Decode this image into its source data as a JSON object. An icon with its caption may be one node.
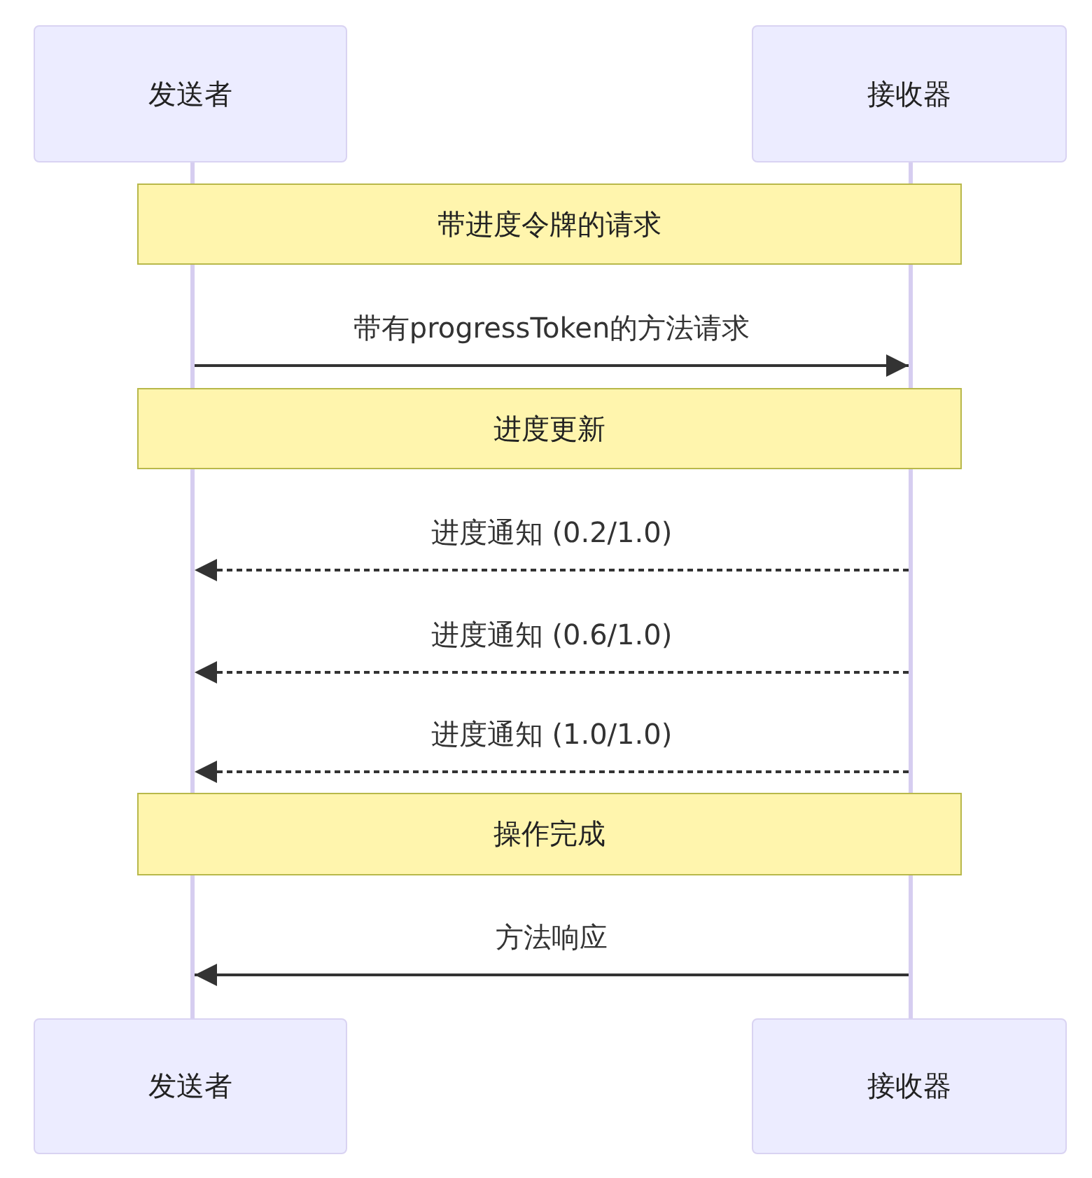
{
  "diagram": {
    "nodes": [
      {
        "text": [
          "发送者"
        ]
      },
      {
        "text": [
          "接收器"
        ]
      },
      {
        "text": [],
        "shape": "bar"
      },
      {
        "text": [],
        "shape": "bar"
      },
      {
        "text": [
          "带进度令牌的请求"
        ]
      },
      {
        "text": [
          "进度更新"
        ]
      },
      {
        "text": [
          "操作完成"
        ]
      },
      {
        "text": [
          "发送者"
        ]
      },
      {
        "text": [
          "接收器"
        ]
      }
    ],
    "edges": [
      {
        "from": 2,
        "to": 3,
        "arrow": "to",
        "label": "带有progressToken的方法请求"
      },
      {
        "from": 3,
        "to": 2,
        "arrow": "to",
        "style": "dashed",
        "label": "进度通知 (0.2/1.0)"
      },
      {
        "from": 3,
        "to": 2,
        "arrow": "to",
        "style": "dashed",
        "label": "进度通知 (0.6/1.0)"
      },
      {
        "from": 3,
        "to": 2,
        "arrow": "to",
        "style": "dashed",
        "label": "进度通知 (1.0/1.0)"
      },
      {
        "from": 3,
        "to": 2,
        "arrow": "to",
        "label": "方法响应"
      }
    ]
  }
}
